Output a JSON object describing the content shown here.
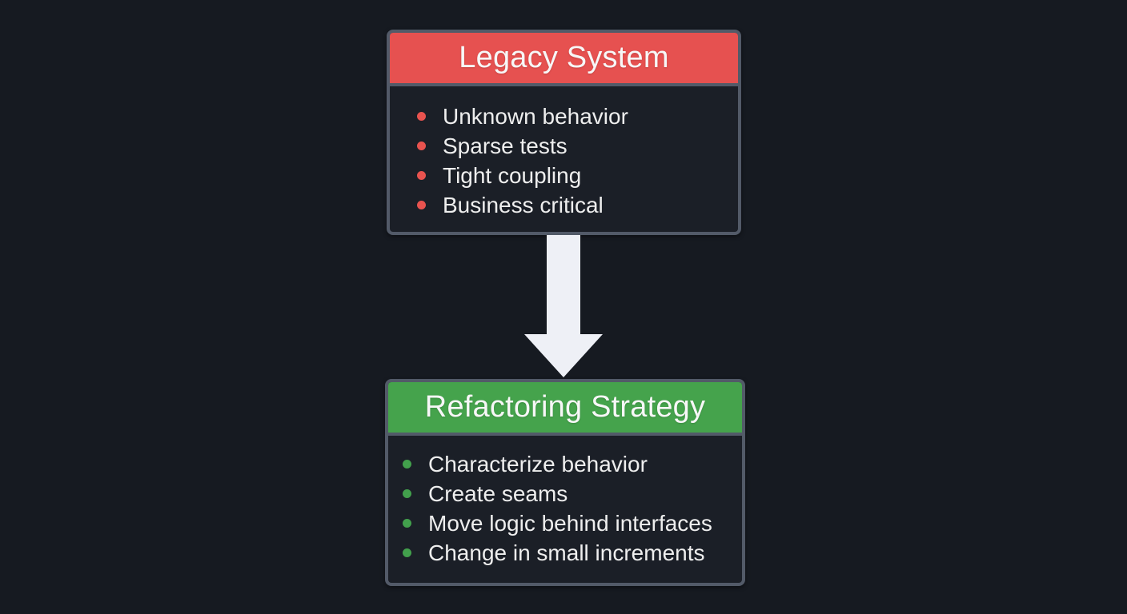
{
  "diagram": {
    "legacy_box": {
      "title": "Legacy System",
      "items": [
        "Unknown behavior",
        "Sparse tests",
        "Tight coupling",
        "Business critical"
      ]
    },
    "strategy_box": {
      "title": "Refactoring Strategy",
      "items": [
        "Characterize behavior",
        "Create seams",
        "Move logic behind interfaces",
        "Change in small increments"
      ]
    },
    "arrow": {
      "direction": "down",
      "from": "Legacy System",
      "to": "Refactoring Strategy"
    }
  },
  "colors": {
    "background": "#161a21",
    "box-body": "#1b1f27",
    "box-border": "#525a68",
    "legacy-header": "#e65150",
    "legacy-bullet": "#e8534f",
    "strategy-header": "#45a34c",
    "strategy-bullet": "#42a04c",
    "arrow": "#eef0f6",
    "title-text": "#f7f7f7",
    "item-text": "#eeeeee"
  }
}
